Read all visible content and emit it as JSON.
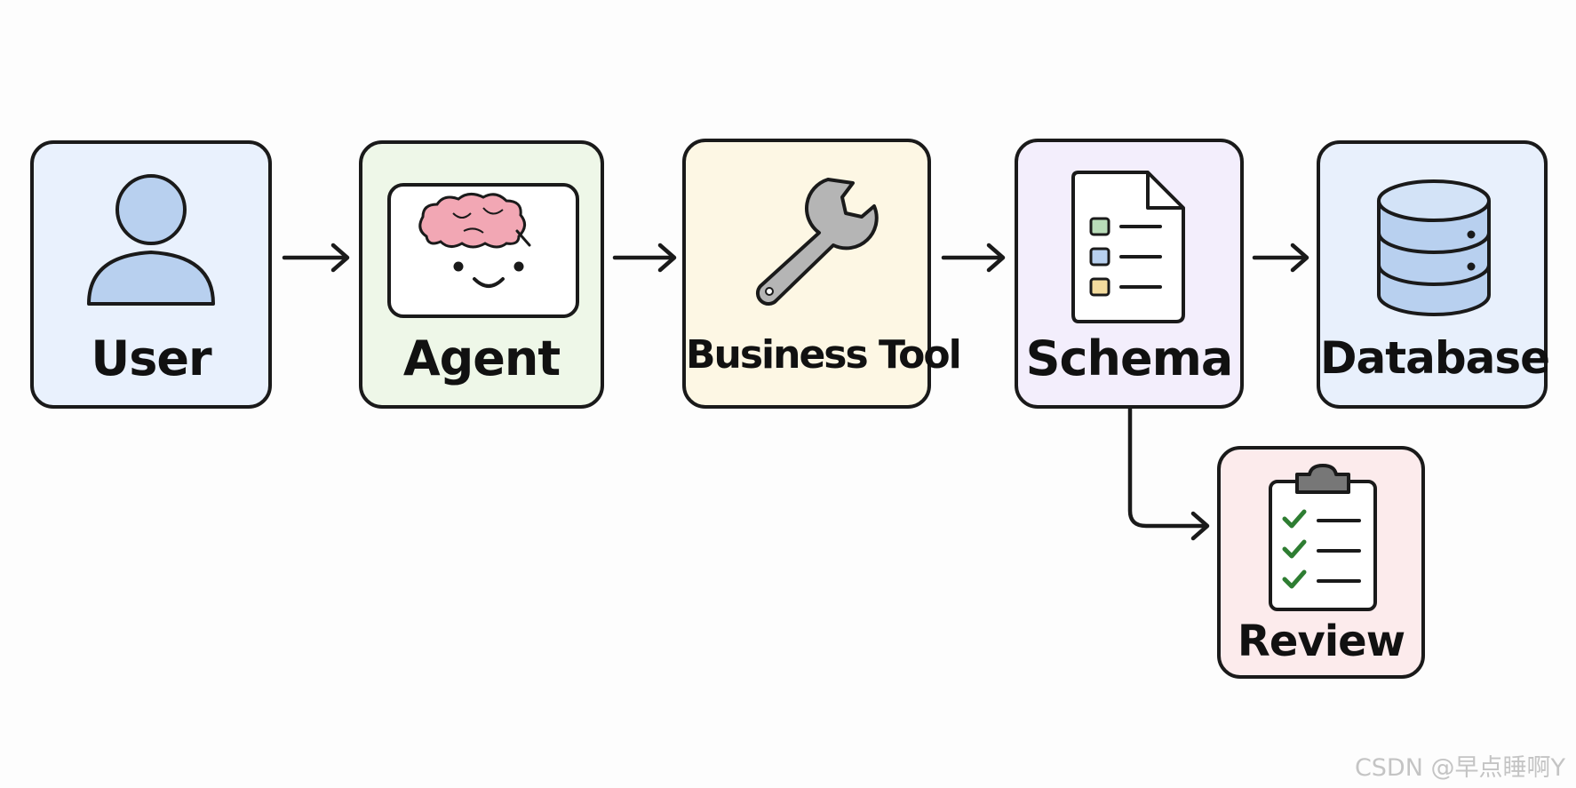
{
  "nodes": {
    "user": {
      "label": "User",
      "icon": "user-icon",
      "fill": "#e9f1fd"
    },
    "agent": {
      "label": "Agent",
      "icon": "brain-robot-icon",
      "fill": "#eef7e8"
    },
    "business_tool": {
      "label": "Business Tool",
      "icon": "wrench-icon",
      "fill": "#fdf7e4"
    },
    "schema": {
      "label": "Schema",
      "icon": "document-icon",
      "fill": "#f3eefc"
    },
    "database": {
      "label": "Database",
      "icon": "database-icon",
      "fill": "#e8f0fc"
    },
    "review": {
      "label": "Review",
      "icon": "checklist-clipboard-icon",
      "fill": "#fcebec"
    }
  },
  "edges": [
    {
      "from": "User",
      "to": "Agent"
    },
    {
      "from": "Agent",
      "to": "Business Tool"
    },
    {
      "from": "Business Tool",
      "to": "Schema"
    },
    {
      "from": "Schema",
      "to": "Database"
    },
    {
      "from": "Schema",
      "to": "Review"
    }
  ],
  "colors": {
    "outline": "#1a1a1a",
    "icon_blue": "#b8d0ef",
    "brain_pink": "#f2a7b4",
    "wrench_gray": "#b5b5b5",
    "check_green": "#2e7d32"
  },
  "watermark": "CSDN @早点睡啊Y"
}
